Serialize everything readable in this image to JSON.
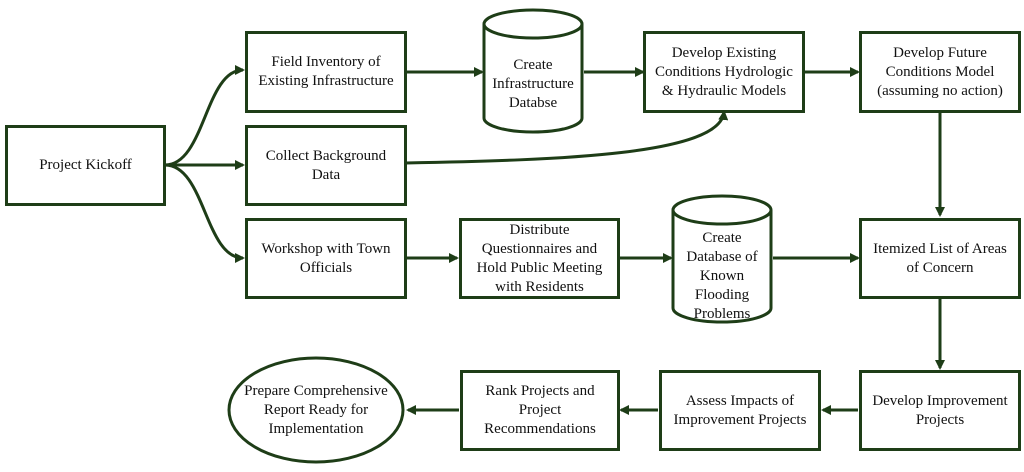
{
  "nodes": {
    "kickoff": "Project Kickoff",
    "field_inventory": [
      "Field Inventory of",
      "Existing Infrastructure"
    ],
    "collect_background": [
      "Collect Background",
      "Data"
    ],
    "workshop": [
      "Workshop with Town",
      "Officials"
    ],
    "create_infra_db": [
      "Create",
      "Infrastructure",
      "Databse"
    ],
    "develop_existing": [
      "Develop Existing",
      "Conditions Hydrologic",
      "& Hydraulic Models"
    ],
    "develop_future": [
      "Develop Future",
      "Conditions Model",
      "(assuming no action)"
    ],
    "distribute_questionnaires": [
      "Distribute",
      "Questionnaires and",
      "Hold Public Meeting",
      "with Residents"
    ],
    "create_flood_db": [
      "Create",
      "Database of",
      "Known",
      "Flooding",
      "Problems"
    ],
    "itemized_list": [
      "Itemized List of Areas",
      "of Concern"
    ],
    "develop_improvement": [
      "Develop Improvement",
      "Projects"
    ],
    "assess_impacts": [
      "Assess Impacts of",
      "Improvement Projects"
    ],
    "rank_projects": [
      "Rank Projects and",
      "Project",
      "Recommendations"
    ],
    "prepare_report": [
      "Prepare Comprehensive",
      "Report Ready for",
      "Implementation"
    ]
  },
  "colors": {
    "stroke": "#1e3d17",
    "fill": "#ffffff",
    "text": "#111111"
  }
}
